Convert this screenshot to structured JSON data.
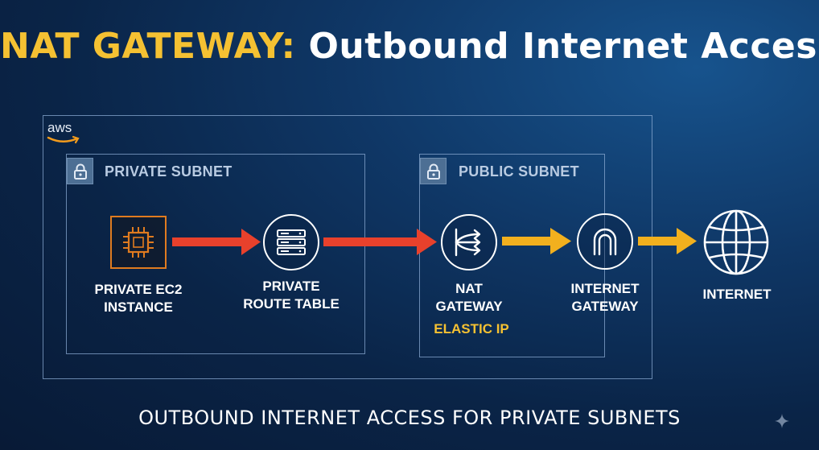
{
  "title": {
    "highlight": "NAT GATEWAY:",
    "rest": " Outbound Internet Access"
  },
  "aws_logo": "aws",
  "subnets": {
    "private_label": "PRIVATE SUBNET",
    "public_label": "PUBLIC SUBNET"
  },
  "nodes": {
    "ec2": {
      "line1": "PRIVATE EC2",
      "line2": "INSTANCE"
    },
    "route_table": {
      "line1": "PRIVATE",
      "line2": "ROUTE TABLE"
    },
    "nat_gateway": {
      "line1": "NAT",
      "line2": "GATEWAY",
      "sub": "ELASTIC IP"
    },
    "internet_gateway": {
      "line1": "INTERNET",
      "line2": "GATEWAY"
    },
    "internet": {
      "line1": "INTERNET"
    }
  },
  "caption": "OUTBOUND INTERNET ACCESS FOR PRIVATE SUBNETS",
  "colors": {
    "title_highlight": "#f5c132",
    "private_arrow": "#e8412c",
    "public_arrow": "#f2b01e",
    "ec2_border": "#e07b1f",
    "elastic_ip": "#f5c132"
  }
}
